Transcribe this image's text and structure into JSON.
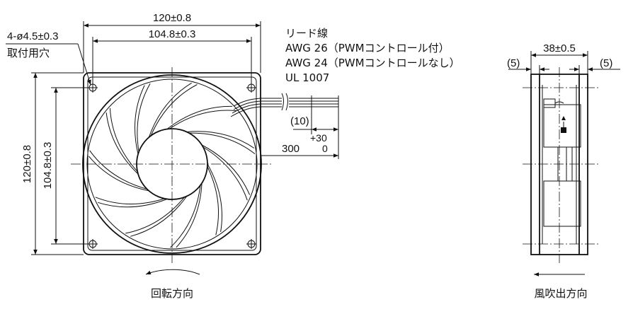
{
  "front_view": {
    "overall_width": "120±0.8",
    "hole_pitch_width": "104.8±0.3",
    "overall_height": "120±0.8",
    "hole_pitch_height": "104.8±0.3",
    "mount_holes": "4-ø4.5±0.3",
    "mount_holes_label": "取付用穴",
    "rotation_label": "回転方向"
  },
  "lead_wire": {
    "title": "リード線",
    "spec_1": "AWG 26（PWMコントロール付）",
    "spec_2": "AWG 24（PWMコントロールなし）",
    "spec_3": "UL 1007",
    "strip_length": "(10)",
    "length": "300",
    "tol_plus": "+30",
    "tol_minus": "0"
  },
  "side_view": {
    "depth": "38±0.5",
    "flange_left": "(5)",
    "flange_right": "(5)",
    "airflow_label": "風吹出方向"
  }
}
